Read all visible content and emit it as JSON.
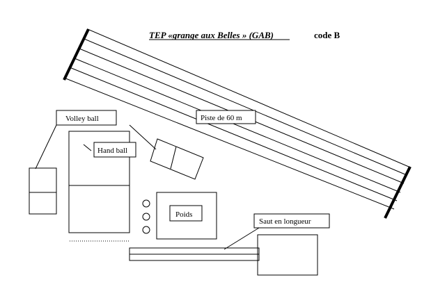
{
  "header": {
    "title": "TEP «grange aux Belles » (GAB)",
    "code": "code B"
  },
  "labels": {
    "track": "Piste de 60 m",
    "volleyball": "Volley ball",
    "handball": "Hand ball",
    "shot_put": "Poids",
    "long_jump": "Saut en longueur"
  }
}
